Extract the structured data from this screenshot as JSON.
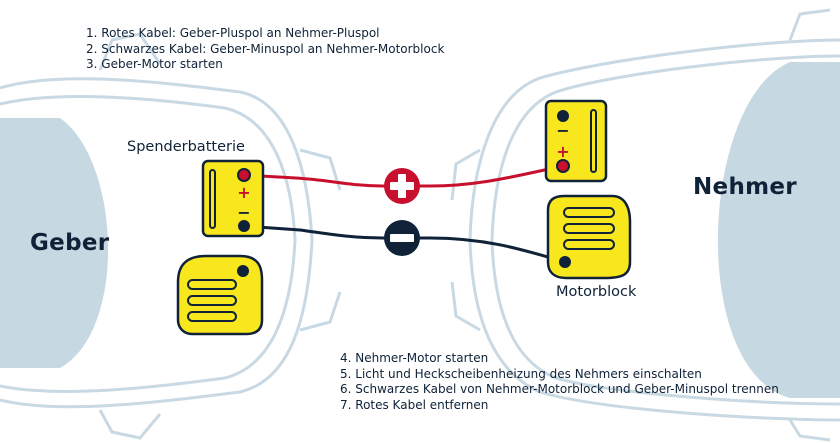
{
  "instructions_top": [
    "1. Rotes Kabel: Geber-Pluspol an Nehmer-Pluspol",
    "2. Schwarzes Kabel: Geber-Minuspol an Nehmer-Motorblock",
    "3. Geber-Motor starten"
  ],
  "instructions_bottom": [
    "4. Nehmer-Motor starten",
    "5. Licht und Heckscheibenheizung des Nehmers einschalten",
    "6. Schwarzes Kabel von Nehmer-Motorblock und Geber-Minuspol trennen",
    "7. Rotes Kabel entfernen"
  ],
  "labels": {
    "donor_car": "Geber",
    "receiver_car": "Nehmer",
    "donor_battery": "Spenderbatterie",
    "engine_block": "Motorblock",
    "plus_sign": "+",
    "minus_sign": "−"
  },
  "colors": {
    "car_outline": "#c9d9e3",
    "windshield": "#c6d8e1",
    "battery_yellow": "#f8e71c",
    "dark_navy": "#0f2238",
    "red_cable": "#c8102e"
  }
}
